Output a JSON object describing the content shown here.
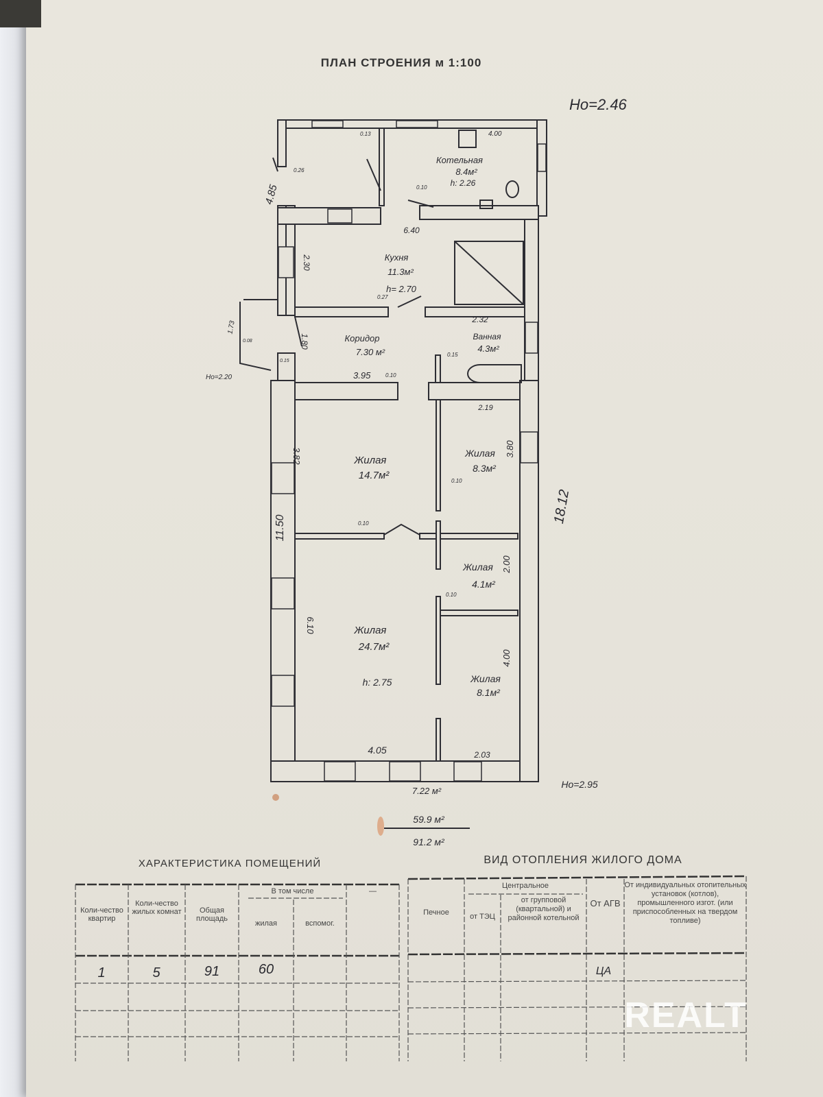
{
  "title": "ПЛАН СТРОЕНИЯ м 1:100",
  "marks": {
    "h_top": "Но=2.46",
    "h_left": "Но=2.20",
    "h_bottom": "Но=2.95"
  },
  "rooms": {
    "boiler": {
      "name": "Котельная",
      "area": "8.4м²",
      "height": "h: 2.26",
      "dim": "4.00"
    },
    "kitchen": {
      "name": "Кухня",
      "area": "11.3м²",
      "height": "h= 2.70"
    },
    "corridor": {
      "name": "Коридор",
      "area": "7.30 м²"
    },
    "bath": {
      "name": "Ванная",
      "area": "4.3м²"
    },
    "living1": {
      "name": "Жилая",
      "area": "14.7м²"
    },
    "living2": {
      "name": "Жилая",
      "area": "8.3м²"
    },
    "living3": {
      "name": "Жилая",
      "area": "4.1м²"
    },
    "living4": {
      "name": "Жилая",
      "area": "24.7м²",
      "height": "h: 2.75"
    },
    "living5": {
      "name": "Жилая",
      "area": "8.1м²"
    }
  },
  "dims": {
    "d485": "4.85",
    "d013": "0.13",
    "d026": "0.26",
    "d010a": "0.10",
    "d640": "6.40",
    "d230": "2.30",
    "d027": "0.27",
    "d232": "2.32",
    "d180": "1.80",
    "d173": "1.73",
    "d008": "0.08",
    "d015a": "0.15",
    "d015b": "0.15",
    "d395": "3.95",
    "d010b": "0.10",
    "d219": "2.19",
    "d382": "3.82",
    "d380": "3.80",
    "d010c": "0.10",
    "d1812": "18.12",
    "d1150": "11.50",
    "d010d": "0.10",
    "d200": "2.00",
    "d010e": "0.10",
    "d610": "6.10",
    "d400": "4.00",
    "d405": "4.05",
    "d203": "2.03",
    "d722": "7.22 м²"
  },
  "totals": {
    "living": "59.9 м²",
    "total": "91.2 м²"
  },
  "rooms_table": {
    "heading": "ХАРАКТЕРИСТИКА ПОМЕЩЕНИЙ",
    "headers": [
      "Коли-чество квартир",
      "Коли-чество жилых комнат",
      "Общая площадь",
      "жилая",
      "вспомог."
    ],
    "group_header": "В том числе",
    "extra_header": "—",
    "row": [
      "1",
      "5",
      "91",
      "60",
      "",
      ""
    ]
  },
  "heating_table": {
    "heading": "ВИД ОТОПЛЕНИЯ ЖИЛОГО ДОМА",
    "headers": [
      "Печное",
      "от ТЭЦ",
      "от групповой (квартальной) и районной котельной",
      "От АГВ",
      "От индивидуальных отопительных установок (котлов), промышленного изгот. (или приспособленных на твердом топливе)"
    ],
    "group_header": "Центральное",
    "row": [
      "",
      "",
      "",
      "ЦА",
      ""
    ]
  },
  "watermark": "REALT"
}
